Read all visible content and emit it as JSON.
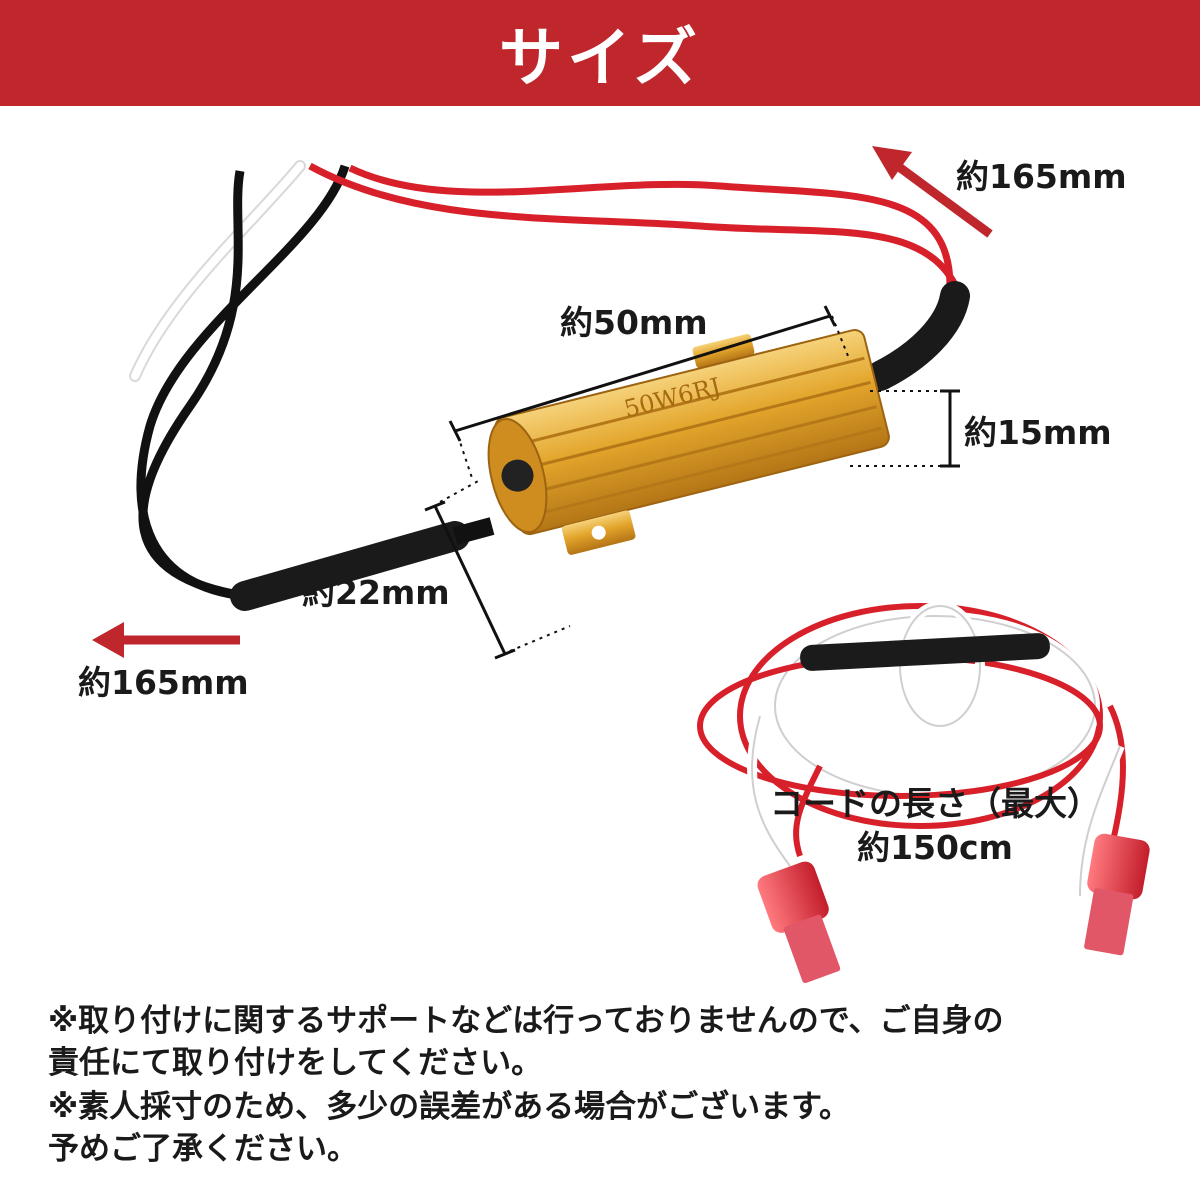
{
  "header": {
    "title": "サイズ"
  },
  "dimensions": {
    "top_wire": "約165mm",
    "body_length": "約50mm",
    "body_height": "約15mm",
    "end_diameter": "約22mm",
    "bottom_wire": "約165mm"
  },
  "resistor": {
    "marking": "50W6RJ"
  },
  "cord": {
    "label_line1": "コードの長さ（最大）",
    "label_line2": "約150cm"
  },
  "notes": [
    {
      "line1": "※取り付けに関するサポートなどは行っておりませんので、ご自身の",
      "line2": "責任にて取り付けをしてください。"
    },
    {
      "line1": "※素人採寸のため、多少の誤差がある場合がございます。",
      "line2": "予めご了承ください。"
    }
  ],
  "colors": {
    "header_bg": "#c0272d",
    "accent_arrow": "#c0272d",
    "wire_red": "#d8202a",
    "resistor_gold": "#e3a52b"
  }
}
